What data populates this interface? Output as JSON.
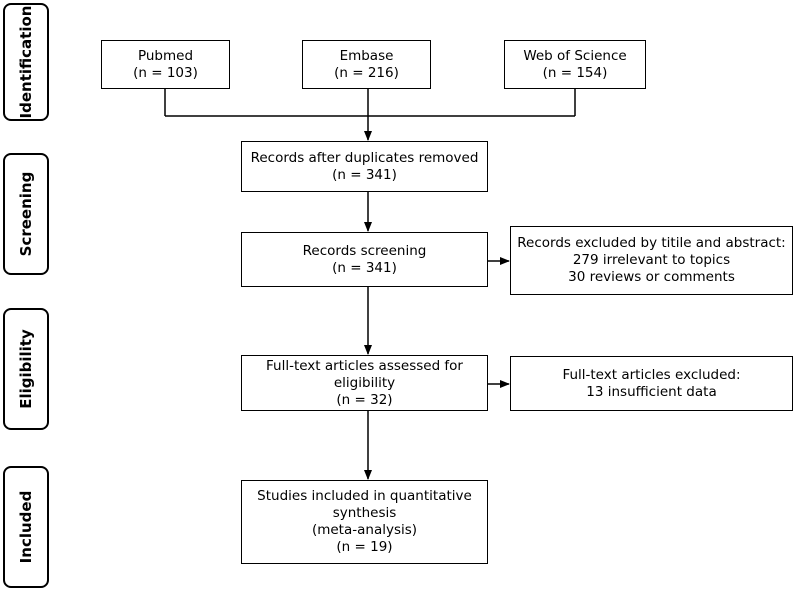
{
  "stages": {
    "identification": "Identification",
    "screening": "Screening",
    "eligibility": "Eligibility",
    "included": "Included"
  },
  "sources": {
    "pubmed": {
      "name": "Pubmed",
      "count": "(n = 103)"
    },
    "embase": {
      "name": "Embase",
      "count": "(n = 216)"
    },
    "wos": {
      "name": "Web of Science",
      "count": "(n = 154)"
    }
  },
  "dedup": {
    "label": "Records after duplicates removed",
    "count": "(n = 341)"
  },
  "screening": {
    "label": "Records screening",
    "count": "(n = 341)"
  },
  "excluded_screening": {
    "title": "Records excluded by titile and abstract:",
    "line1": "279 irrelevant to topics",
    "line2": "30 reviews or comments"
  },
  "fulltext": {
    "line1": "Full-text articles assessed for",
    "line2": "eligibility",
    "count": "(n = 32)"
  },
  "excluded_fulltext": {
    "title": "Full-text articles excluded:",
    "line1": "13 insufficient data"
  },
  "included": {
    "line1": "Studies included in quantitative",
    "line2": "synthesis",
    "line3": "(meta-analysis)",
    "count": "(n = 19)"
  }
}
